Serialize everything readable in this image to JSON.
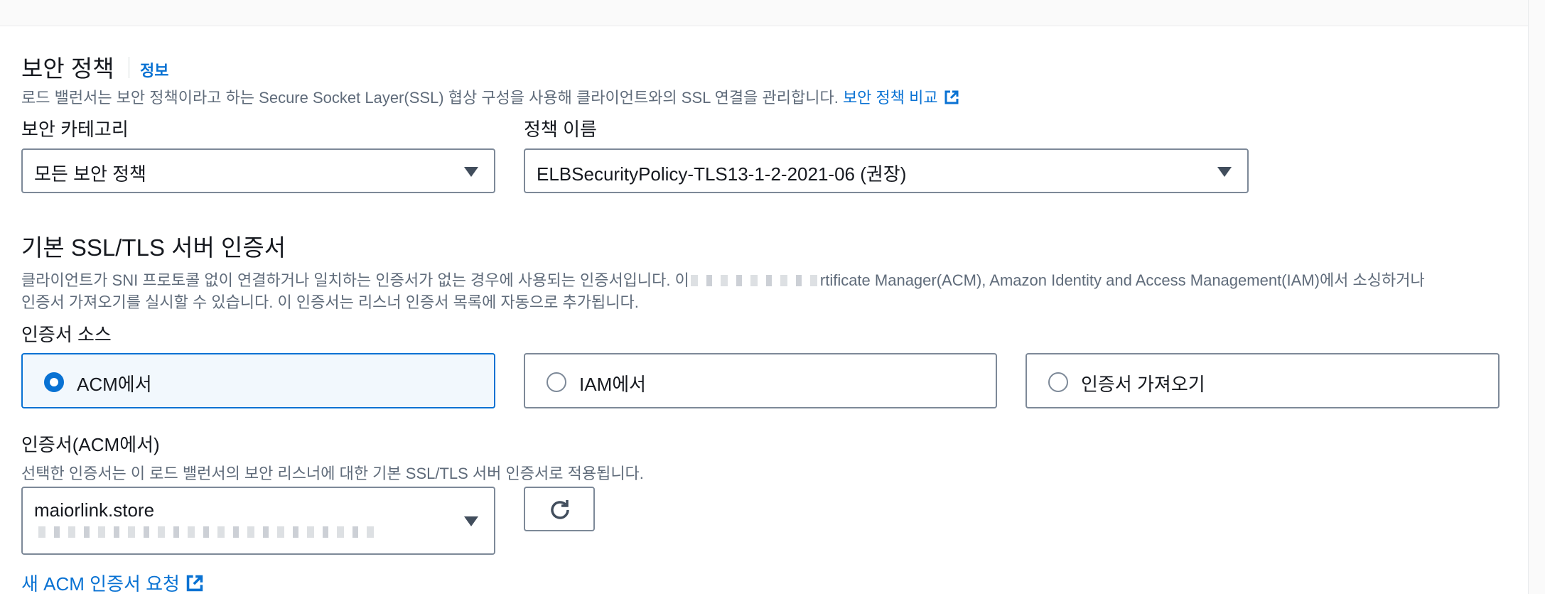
{
  "security_policy": {
    "title": "보안 정책",
    "info_link": "정보",
    "description": "로드 밸런서는 보안 정책이라고 하는 Secure Socket Layer(SSL) 협상 구성을 사용해 클라이언트와의 SSL 연결을 관리합니다.",
    "compare_link": "보안 정책 비교",
    "category_label": "보안 카테고리",
    "category_value": "모든 보안 정책",
    "policy_name_label": "정책 이름",
    "policy_name_value": "ELBSecurityPolicy-TLS13-1-2-2021-06 (권장)"
  },
  "default_cert": {
    "title": "기본 SSL/TLS 서버 인증서",
    "description_line1_a": "클라이언트가 SNI 프로토콜 없이 연결하거나 일치하는 인증서가 없는 경우에 사용되는 인증서입니다. 이",
    "description_line1_b": "rtificate Manager(ACM), Amazon Identity and Access Management(IAM)에서 소싱하거나",
    "description_line2": "인증서 가져오기를 실시할 수 있습니다. 이 인증서는 리스너 인증서 목록에 자동으로 추가됩니다.",
    "source_label": "인증서 소스",
    "sources": [
      "ACM에서",
      "IAM에서",
      "인증서 가져오기"
    ],
    "selected_source": "ACM에서"
  },
  "acm_cert": {
    "label": "인증서(ACM에서)",
    "description": "선택한 인증서는 이 로드 밸런서의 보안 리스너에 대한 기본 SSL/TLS 서버 인증서로 적용됩니다.",
    "selected_value": "maiorlink.store",
    "request_link": "새 ACM 인증서 요청"
  },
  "icons": {
    "external": "external-link-icon",
    "caret": "caret-down-icon",
    "refresh": "refresh-icon"
  },
  "colors": {
    "link": "#0972d3",
    "selected_bg": "#f2f8fd",
    "border": "#7d8998"
  }
}
